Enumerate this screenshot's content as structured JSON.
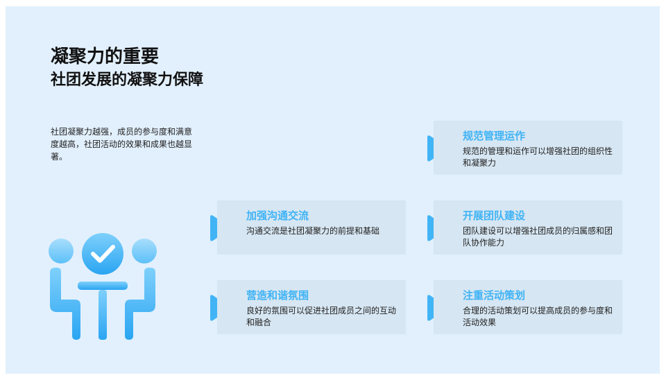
{
  "title": {
    "line1": "凝聚力的重要",
    "line2": "社团发展的凝聚力保障"
  },
  "intro": "社团凝聚力越强，成员的参与度和满意度越高，社团活动的效果和成果也越显著。",
  "cards": [
    {
      "title": "规范管理运作",
      "desc": "规范的管理和运作可以增强社团的组织性和凝聚力"
    },
    {
      "title": "加强沟通交流",
      "desc": "沟通交流是社团凝聚力的前提和基础"
    },
    {
      "title": "开展团队建设",
      "desc": "团队建设可以增强社团成员的归属感和团队协作能力"
    },
    {
      "title": "营造和谐氛围",
      "desc": "良好的氛围可以促进社团成员之间的互动和融合"
    },
    {
      "title": "注重活动策划",
      "desc": "合理的活动策划可以提高成员的参与度和活动效果"
    }
  ],
  "colors": {
    "background": "#e2f0fd",
    "card": "#d6e6f2",
    "accent": "#3fb3f5"
  },
  "icons": {
    "card_marker": "play-arrow-icon",
    "illustration": "team-meeting-check-icon"
  }
}
